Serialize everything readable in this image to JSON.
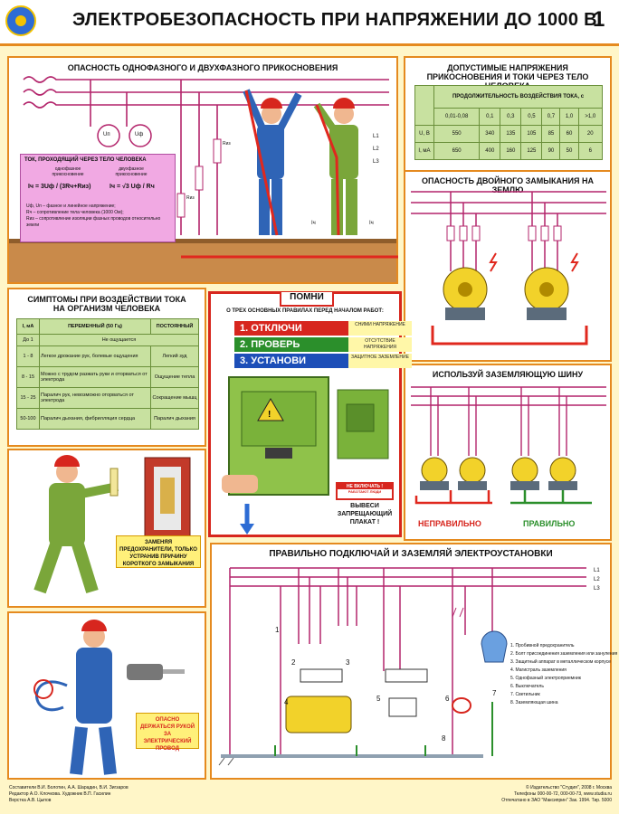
{
  "header": {
    "title": "ЭЛЕКТРОБЕЗОПАСНОСТЬ ПРИ НАПРЯЖЕНИИ ДО 1000 В",
    "sheet_number": "1"
  },
  "danger_touch": {
    "title": "ОПАСНОСТЬ ОДНОФАЗНОГО И ДВУХФАЗНОГО ПРИКОСНОВЕНИЯ",
    "line_labels": [
      "L1",
      "L2",
      "L3"
    ],
    "meter_labels": [
      "Uп",
      "Uф"
    ],
    "resistor_labels": [
      "Rиз",
      "Rиз"
    ],
    "current_labels": [
      "Iч",
      "Iч"
    ]
  },
  "current_formula": {
    "title": "ТОК, ПРОХОДЯЩИЙ ЧЕРЕЗ ТЕЛО ЧЕЛОВЕКА",
    "single_phase_label": "однофазное прикосновение",
    "two_phase_label": "двухфазное прикосновение",
    "single_phase_formula": "Iч = 3Uф / (3Rч+Rиз)",
    "two_phase_formula": "Iч = √3 Uф / Rч",
    "note_1": "Uф, Uп – фазное и линейное напряжение;",
    "note_2": "Rч – сопротивление тела человека (1000 Ом);",
    "note_3": "Rиз – сопротивление изоляции фазных проводов относительно земли"
  },
  "allowed_voltage": {
    "title": "ДОПУСТИМЫЕ НАПРЯЖЕНИЯ ПРИКОСНОВЕНИЯ И ТОКИ ЧЕРЕЗ ТЕЛО ЧЕЛОВЕКА",
    "header": "ПРОДОЛЖИТЕЛЬНОСТЬ ВОЗДЕЙСТВИЯ ТОКА, с",
    "durations": [
      "0,01-0,08",
      "0,1",
      "0,3",
      "0,5",
      "0,7",
      "1,0",
      ">1,0"
    ],
    "rows": [
      {
        "label": "U, В",
        "values": [
          "550",
          "340",
          "135",
          "105",
          "85",
          "60",
          "20"
        ]
      },
      {
        "label": "I, мА",
        "values": [
          "650",
          "400",
          "160",
          "125",
          "90",
          "50",
          "6"
        ]
      }
    ]
  },
  "double_ground": {
    "title": "ОПАСНОСТЬ ДВОЙНОГО ЗАМЫКАНИЯ НА ЗЕМЛЮ"
  },
  "symptoms": {
    "title": "СИМПТОМЫ ПРИ ВОЗДЕЙСТВИИ ТОКА НА ОРГАНИЗМ ЧЕЛОВЕКА",
    "columns": [
      "I, мА",
      "ПЕРЕМЕННЫЙ (50 Гц)",
      "ПОСТОЯННЫЙ"
    ],
    "rows": [
      {
        "range": "До 1",
        "ac": "Не ощущается",
        "dc": ""
      },
      {
        "range": "1 - 8",
        "ac": "Легкое дрожание рук, болевые ощущения",
        "dc": "Легкий зуд"
      },
      {
        "range": "8 - 15",
        "ac": "Можно с трудом разжать руки и оторваться от электрода",
        "dc": "Ощущение тепла"
      },
      {
        "range": "15 - 25",
        "ac": "Паралич рук, невозможно оторваться от электрода",
        "dc": "Сокращение мышц"
      },
      {
        "range": "50-100",
        "ac": "Паралич дыхания, фибрилляция сердца",
        "dc": "Паралич дыхания"
      }
    ]
  },
  "remember": {
    "title": "ПОМНИ",
    "subtitle": "О ТРЕХ ОСНОВНЫХ ПРАВИЛАХ ПЕРЕД НАЧАЛОМ РАБОТ:",
    "rules": [
      {
        "label": "1. ОТКЛЮЧИ",
        "note": "СНИМИ НАПРЯЖЕНИЕ",
        "color": "#d7261e"
      },
      {
        "label": "2. ПРОВЕРЬ",
        "note": "ОТСУТСТВИЕ НАПРЯЖЕНИЯ",
        "color": "#2b8f2b"
      },
      {
        "label": "3. УСТАНОВИ",
        "note": "ЗАЩИТНОЕ ЗАЗЕМЛЕНИЕ",
        "color": "#1d4fb8"
      }
    ],
    "sign_line_1": "НЕ ВКЛЮЧАТЬ !",
    "sign_line_2": "РАБОТАЮТ ЛЮДИ",
    "hang_poster": "ВЫВЕСИ ЗАПРЕЩАЮЩИЙ ПЛАКАТ !"
  },
  "grounding_bus": {
    "title": "ИСПОЛЬЗУЙ ЗАЗЕМЛЯЮЩУЮ ШИНУ",
    "wrong": "НЕПРАВИЛЬНО",
    "right": "ПРАВИЛЬНО"
  },
  "fuse_tip": {
    "text": "ЗАМЕНЯЯ ПРЕДОХРАНИТЕЛИ, ТОЛЬКО УСТРАНИВ ПРИЧИНУ КОРОТКОГО ЗАМЫКАНИЯ"
  },
  "drill_tip": {
    "text": "ОПАСНО ДЕРЖАТЬСЯ РУКОЙ ЗА ЭЛЕКТРИЧЕСКИЙ ПРОВОД"
  },
  "connect_ground": {
    "title": "ПРАВИЛЬНО ПОДКЛЮЧАЙ И ЗАЗЕМЛЯЙ ЭЛЕКТРОУСТАНОВКИ",
    "line_labels": [
      "L1",
      "L2",
      "L3"
    ],
    "numbers": [
      "1",
      "2",
      "3",
      "4",
      "5",
      "6",
      "7",
      "8"
    ],
    "legend": [
      "1. Пробивной предохранитель",
      "2. Болт присоединения заземления или зануления",
      "3. Защитный аппарат в металлическом корпусе",
      "4. Магистраль заземления",
      "5. Однофазный электроприемник",
      "6. Выключатель",
      "7. Светильник",
      "8. Заземляющая шина"
    ]
  },
  "footer": {
    "left_1": "Составители В.И. Болотин, А.А. Шарадин, В.И. Зигзаров",
    "left_2": "Редактор А.О. Клочкова. Художник В.П. Гасилин",
    "left_3": "Верстка А.В. Цыпов",
    "right_1": "© Издательство \"Студия\", 2008 г. Москва",
    "right_2": "Телефоны 000-00-72, 000-00-73, www.studia.ru",
    "right_3": "Отпечатано в ЗАО \"Максиприн\" Зак. 1994. Тир. 5000"
  },
  "colors": {
    "accent": "#e58a1f",
    "wire": "#b3246b",
    "table_green": "#c8e1a0",
    "danger_red": "#d7261e"
  }
}
